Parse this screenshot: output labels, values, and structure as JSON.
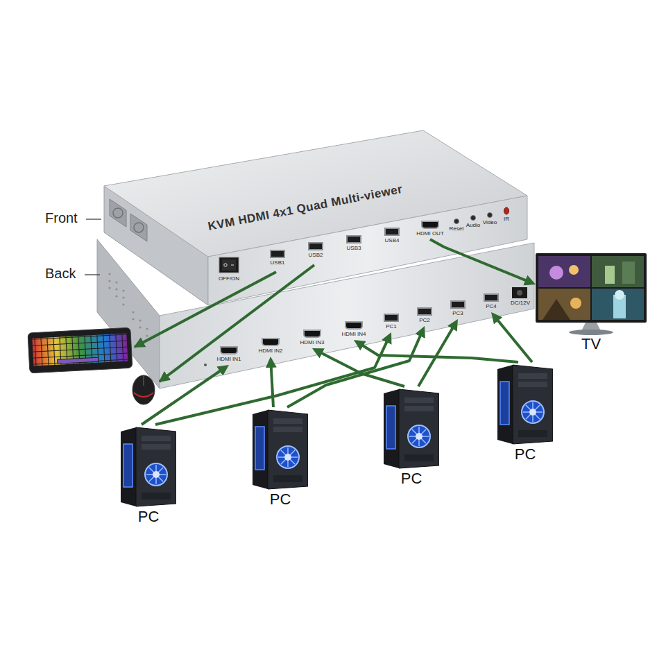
{
  "diagram": {
    "nodes": [
      {
        "text": [
          "KVM HDMI 4x1 Quad Multi-viewer"
        ]
      },
      {
        "text": [
          "USB1"
        ],
        "in": 0
      },
      {
        "text": [
          "USB2"
        ],
        "in": 0
      },
      {
        "text": [
          "USB3"
        ],
        "in": 0
      },
      {
        "text": [
          "USB4"
        ],
        "in": 0
      },
      {
        "text": [
          "HDMI OUT"
        ],
        "in": 0
      },
      {
        "text": [
          "HDMI IN1"
        ],
        "in": 0
      },
      {
        "text": [
          "HDMI IN2"
        ],
        "in": 0
      },
      {
        "text": [
          "HDMI IN3"
        ],
        "in": 0
      },
      {
        "text": [
          "HDMI IN4"
        ],
        "in": 0
      },
      {
        "text": [
          "PC1"
        ],
        "in": 0
      },
      {
        "text": [
          "PC2"
        ],
        "in": 0
      },
      {
        "text": [
          "PC3"
        ],
        "in": 0
      },
      {
        "text": [
          "PC4"
        ],
        "in": 0
      },
      {
        "text": [
          "TV"
        ]
      },
      {
        "text": [
          "PC"
        ]
      },
      {
        "text": [
          "PC"
        ]
      },
      {
        "text": [
          "PC"
        ]
      },
      {
        "text": [
          "PC"
        ]
      }
    ],
    "edges": [
      {
        "from": 5,
        "to": 14,
        "arrow": "to"
      },
      {
        "from": 15,
        "to": 6,
        "arrow": "to"
      },
      {
        "from": 15,
        "to": 10,
        "arrow": "to"
      },
      {
        "from": 16,
        "to": 7,
        "arrow": "to"
      },
      {
        "from": 16,
        "to": 11,
        "arrow": "to"
      },
      {
        "from": 17,
        "to": 8,
        "arrow": "to"
      },
      {
        "from": 17,
        "to": 12,
        "arrow": "to"
      },
      {
        "from": 18,
        "to": 9,
        "arrow": "to"
      },
      {
        "from": 18,
        "to": 13,
        "arrow": "to"
      }
    ],
    "labels": [
      "Front",
      "Back",
      "OFF/ON",
      "Reset",
      "Audio",
      "Video",
      "IR",
      "DC/12V"
    ]
  }
}
